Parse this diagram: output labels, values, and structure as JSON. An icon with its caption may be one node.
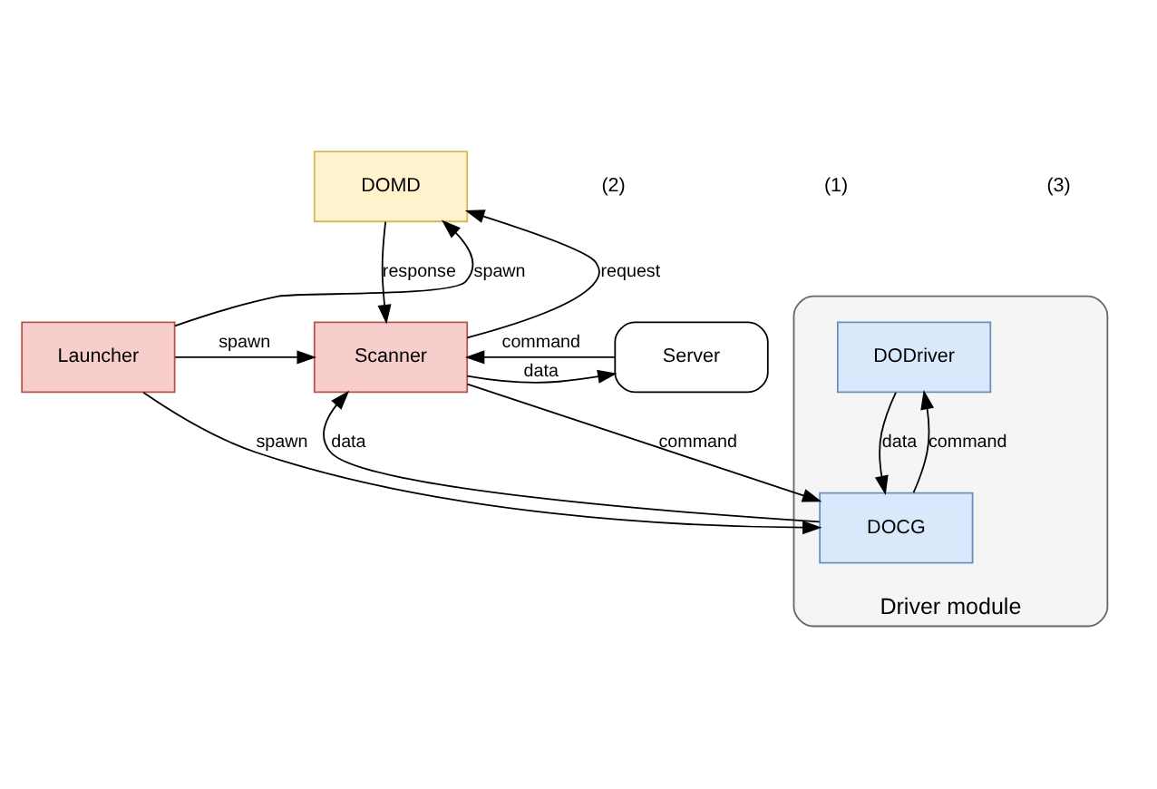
{
  "diagram": {
    "nodes": [
      {
        "text": [
          "DOMD"
        ]
      },
      {
        "text": [
          "Launcher"
        ]
      },
      {
        "text": [
          "Scanner"
        ]
      },
      {
        "text": [
          "Server"
        ]
      },
      {
        "text": [
          "Driver module"
        ]
      },
      {
        "text": [
          "DODriver"
        ],
        "in": 4
      },
      {
        "text": [
          "DOCG"
        ],
        "in": 4
      }
    ],
    "edges": [
      {
        "from": 1,
        "to": 0,
        "arrow": "to",
        "label": "spawn"
      },
      {
        "from": 1,
        "to": 2,
        "arrow": "to",
        "label": "spawn"
      },
      {
        "from": 1,
        "to": 6,
        "arrow": "to",
        "label": "spawn"
      },
      {
        "from": 0,
        "to": 2,
        "arrow": "to",
        "label": "response"
      },
      {
        "from": 2,
        "to": 0,
        "arrow": "to",
        "label": "request"
      },
      {
        "from": 2,
        "to": 3,
        "arrow": "to",
        "label": "data"
      },
      {
        "from": 3,
        "to": 2,
        "arrow": "to",
        "label": "command"
      },
      {
        "from": 6,
        "to": 2,
        "arrow": "to",
        "label": "data"
      },
      {
        "from": 2,
        "to": 6,
        "arrow": "to",
        "label": "command"
      },
      {
        "from": 5,
        "to": 6,
        "arrow": "to",
        "label": "data"
      },
      {
        "from": 6,
        "to": 5,
        "arrow": "to",
        "label": "command"
      }
    ],
    "labels": [
      "(2)",
      "(1)",
      "(3)"
    ]
  }
}
